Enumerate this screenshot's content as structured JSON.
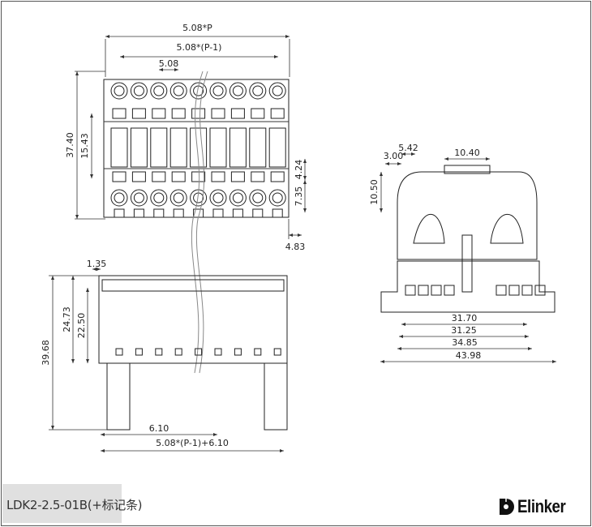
{
  "drawing": {
    "top_view": {
      "dims": [
        "5.08*P",
        "5.08*(P-1)",
        "5.08",
        "37.40",
        "15.43",
        "4.24",
        "7.35",
        "4.83"
      ],
      "pole_count": 9
    },
    "side_view": {
      "dims": [
        "1.35",
        "24.73",
        "22.50",
        "39.68",
        "6.10",
        "5.08*(P-1)+6.10"
      ]
    },
    "end_view": {
      "dims": [
        "3.00",
        "5.42",
        "10.40",
        "10.50",
        "31.70",
        "31.25",
        "34.85",
        "43.98"
      ]
    }
  },
  "footer": {
    "model": "LDK2-2.5-01B(+标记条)",
    "brand": "Elinker"
  }
}
